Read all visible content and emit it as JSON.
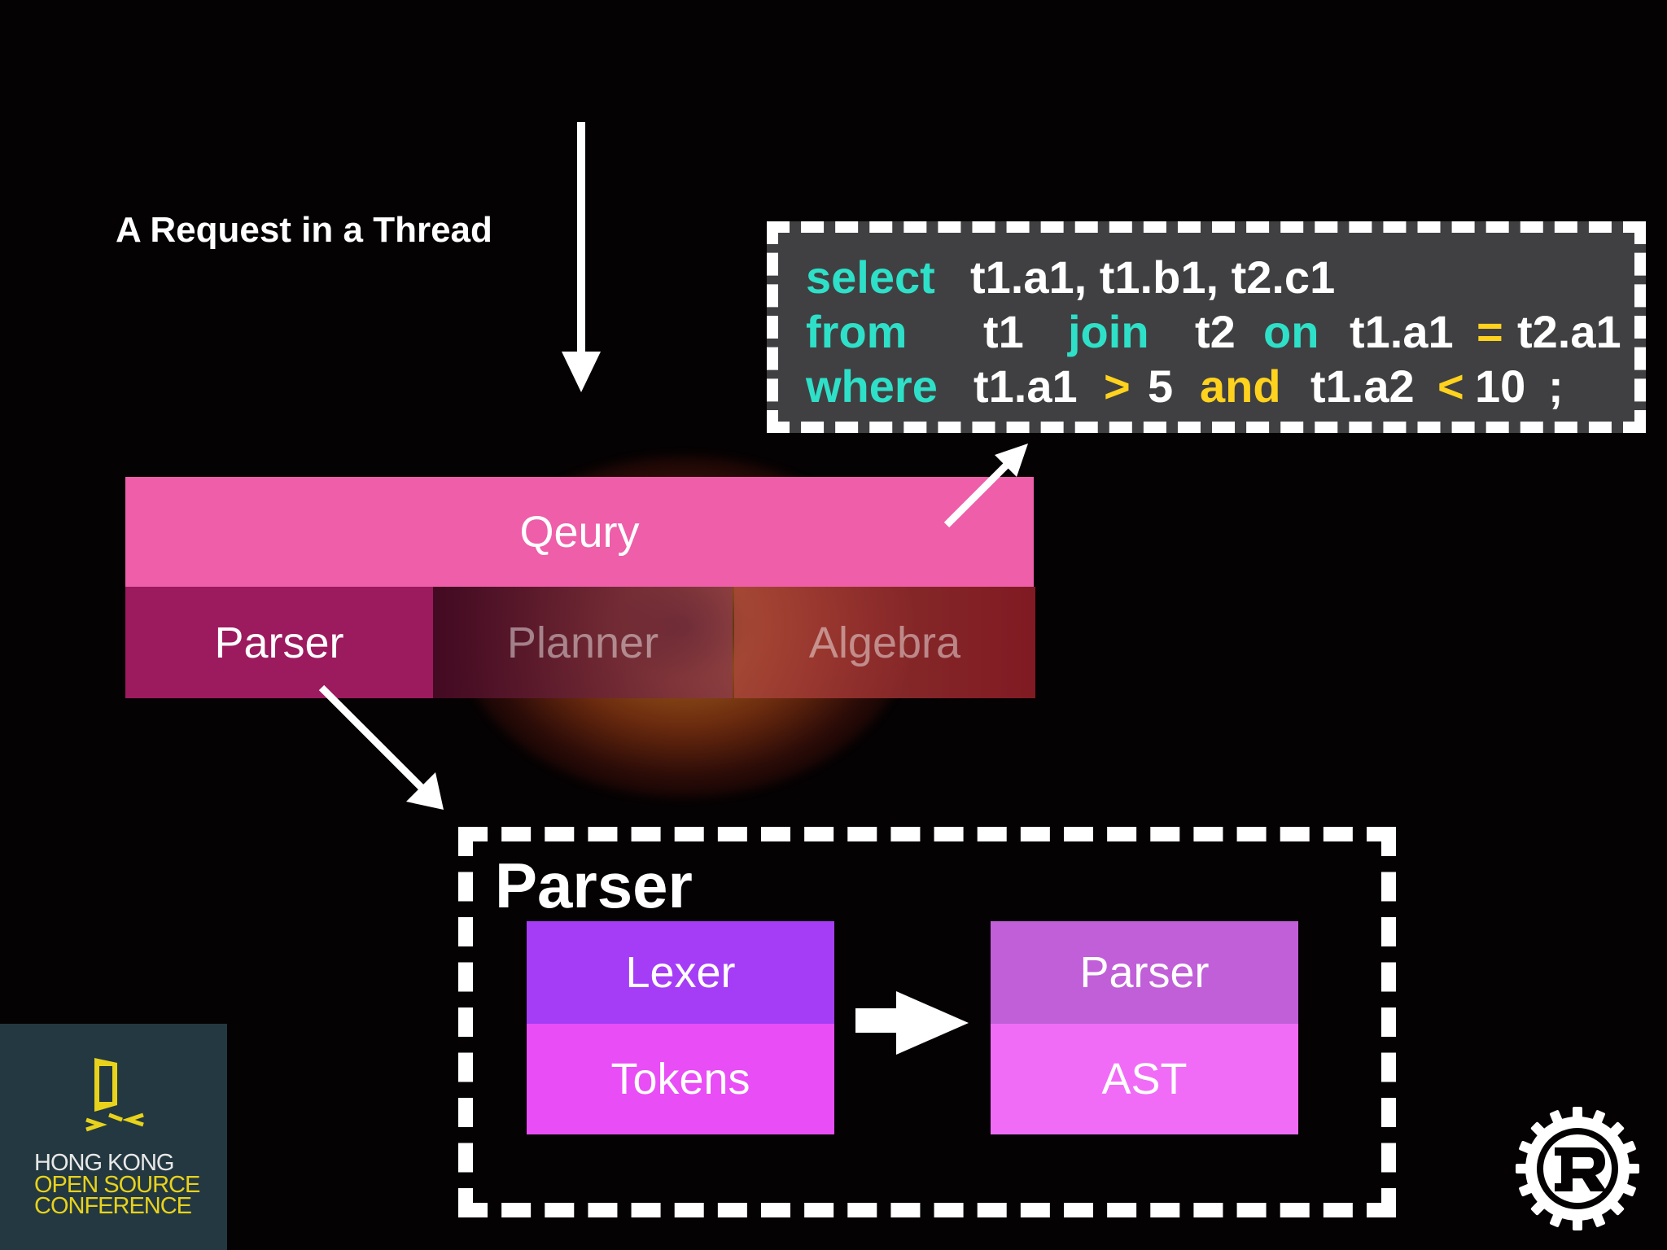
{
  "header": {
    "request_label": "A Request in a Thread"
  },
  "query_stack": {
    "query_label": "Qeury",
    "parser_label": "Parser",
    "planner_label": "Planner",
    "algebra_label": "Algebra"
  },
  "sql": {
    "line1": {
      "kw": "select",
      "rest": "t1.a1, t1.b1, t2.c1"
    },
    "line2": {
      "kw1": "from",
      "t1": "t1",
      "kw2": "join",
      "t2": "t2",
      "kw3": "on",
      "lhs": "t1.a1",
      "eq": "=",
      "rhs": "t2.a1"
    },
    "line3": {
      "kw": "where",
      "lhs1": "t1.a1",
      "gt": ">",
      "v1": "5",
      "and": "and",
      "lhs2": "t1.a2",
      "lt": "<",
      "v2": "10",
      "semi": ";"
    }
  },
  "parser_detail": {
    "title": "Parser",
    "lexer_label": "Lexer",
    "tokens_label": "Tokens",
    "parser_label": "Parser",
    "ast_label": "AST"
  },
  "conference_logo": {
    "line1": "HONG KONG",
    "line2": "OPEN SOURCE",
    "line3": "CONFERENCE"
  },
  "colors": {
    "query": "#ee5ea9",
    "parser_stage": "#9c1a5e",
    "lexer": "#a53df6",
    "tokens": "#e94df5",
    "parser": "#c05fd8",
    "ast": "#f06cf7",
    "keyword": "#2ee0c8",
    "operator": "#ffd21e",
    "code_bg": "#404042",
    "logo_bg": "#233840",
    "logo_yellow": "#e8d21c"
  },
  "icons": {
    "down_arrow": "arrow-down-icon",
    "rust_logo": "rust-logo-icon",
    "conference_logo": "hkosc-door-icon"
  }
}
